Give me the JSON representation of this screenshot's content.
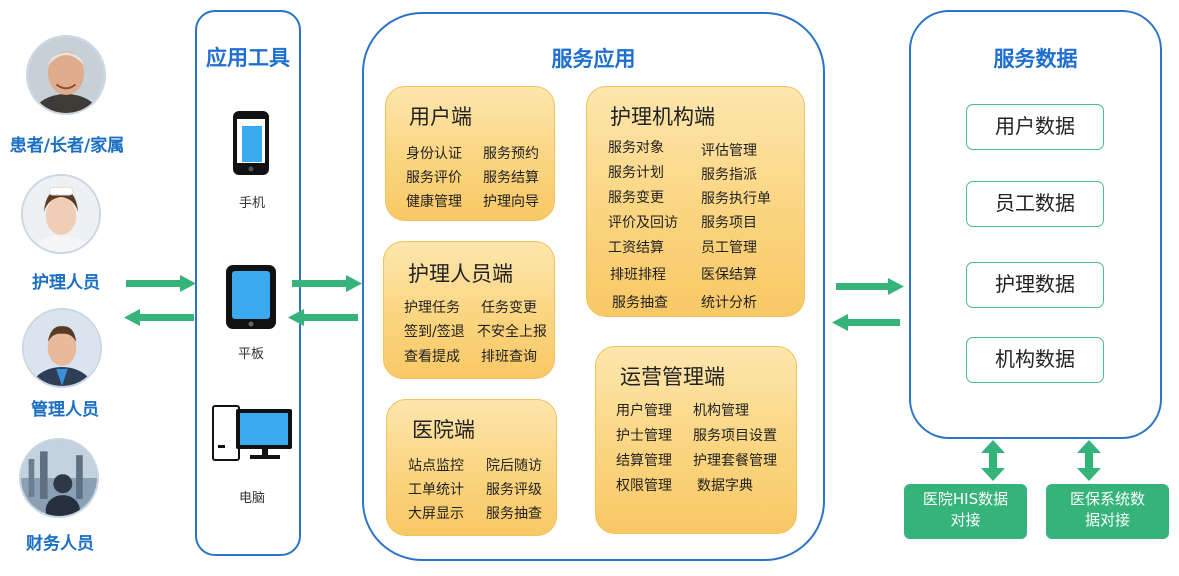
{
  "users": [
    {
      "label": "患者/长者/家属"
    },
    {
      "label": "护理人员"
    },
    {
      "label": "管理人员"
    },
    {
      "label": "财务人员"
    }
  ],
  "tools": {
    "title": "应用工具",
    "devices": [
      {
        "label": "手机",
        "icon": "phone-icon"
      },
      {
        "label": "平板",
        "icon": "tablet-icon"
      },
      {
        "label": "电脑",
        "icon": "desktop-icon"
      }
    ]
  },
  "services": {
    "title": "服务应用",
    "user_end": {
      "title": "用户端",
      "items": [
        "身份认证",
        "服务预约",
        "服务评价",
        "服务结算",
        "健康管理",
        "护理向导"
      ]
    },
    "nurse_end": {
      "title": "护理人员端",
      "items": [
        "护理任务",
        "任务变更",
        "签到/签退",
        "不安全上报",
        "查看提成",
        "排班查询"
      ]
    },
    "hospital_end": {
      "title": "医院端",
      "items": [
        "站点监控",
        "院后随访",
        "工单统计",
        "服务评级",
        "大屏显示",
        "服务抽查"
      ]
    },
    "institution_end": {
      "title": "护理机构端",
      "items": [
        "服务对象",
        "评估管理",
        "服务计划",
        "服务指派",
        "服务变更",
        "服务执行单",
        "评价及回访",
        "服务项目",
        "工资结算",
        "员工管理",
        "排班排程",
        "医保结算",
        "服务抽查",
        "统计分析"
      ]
    },
    "ops_end": {
      "title": "运营管理端",
      "items": [
        "用户管理",
        "机构管理",
        "护士管理",
        "服务项目设置",
        "结算管理",
        "护理套餐管理",
        "权限管理",
        "数据字典"
      ]
    }
  },
  "data": {
    "title": "服务数据",
    "boxes": [
      "用户数据",
      "员工数据",
      "护理数据",
      "机构数据"
    ],
    "external": [
      {
        "line1": "医院HIS数据",
        "line2": "对接"
      },
      {
        "line1": "医保系统数",
        "line2": "据对接"
      }
    ]
  },
  "colors": {
    "panel_border": "#2c74c9",
    "title_blue": "#1f6fd0",
    "arrow_green": "#35b37a",
    "card_orange": "#fbd580"
  }
}
